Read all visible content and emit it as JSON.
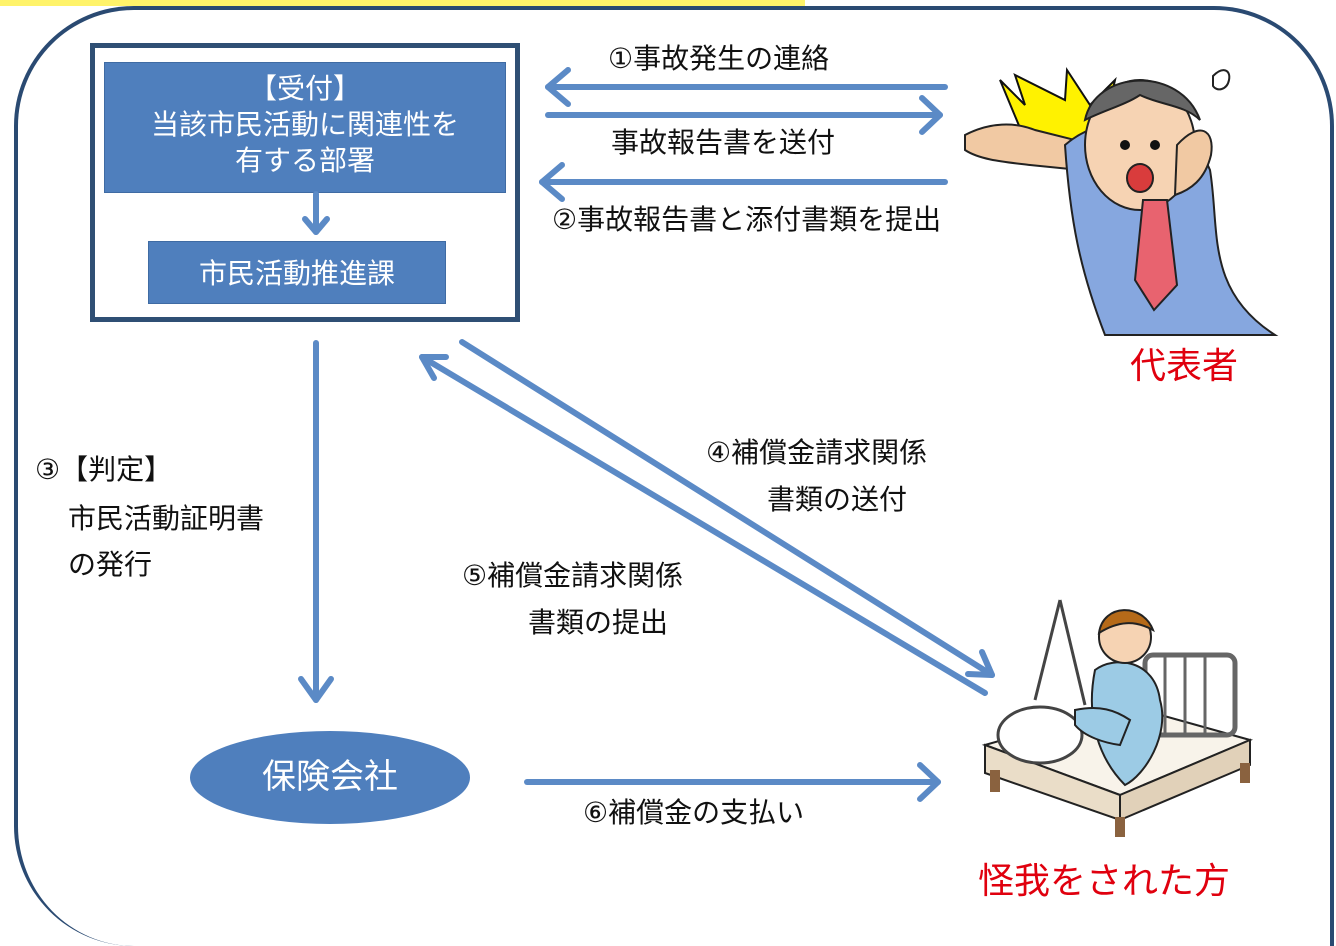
{
  "reception": {
    "line1": "【受付】",
    "line2": "当該市民活動に関連性を",
    "line3": "有する部署"
  },
  "promotion_division": "市民活動推進課",
  "insurance_company": "保険会社",
  "steps": {
    "step1": "①事故発生の連絡",
    "report_send": "事故報告書を送付",
    "step2": "②事故報告書と添付書類を提出",
    "step3_line1": "③【判定】",
    "step3_line2": "市民活動証明書",
    "step3_line3": "の発行",
    "step4_line1": "④補償金請求関係",
    "step4_line2": "書類の送付",
    "step5_line1": "⑤補償金請求関係",
    "step5_line2": "書類の提出",
    "step6": "⑥補償金の支払い"
  },
  "actors": {
    "representative": "代表者",
    "injured_person": "怪我をされた方"
  },
  "colors": {
    "box_fill": "#4f7fbd",
    "arrow": "#5b8ac6",
    "frame": "#2a4a72",
    "actor_label": "#e0000e",
    "top_highlight": "#fff36a"
  }
}
